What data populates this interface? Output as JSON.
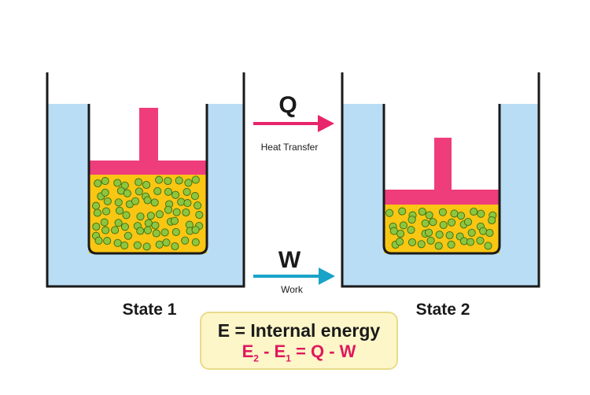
{
  "colors": {
    "water": "#b9ddf4",
    "container_outline": "#1a1a1a",
    "piston": "#ee3d7a",
    "gas": "#f9c613",
    "molecule": "#8cc63f",
    "heat_arrow": "#e8246a",
    "work_arrow": "#1aa3c8",
    "equation_box": "#fdf6c8",
    "equation_accent": "#e0185e"
  },
  "arrows": {
    "heat": {
      "symbol": "Q",
      "label": "Heat Transfer"
    },
    "work": {
      "symbol": "W",
      "label": "Work"
    }
  },
  "states": [
    {
      "label": "State 1"
    },
    {
      "label": "State 2"
    }
  ],
  "equation": {
    "title": "E = Internal energy",
    "e2": "E",
    "e2_sub": "2",
    "minus": " - ",
    "e1": "E",
    "e1_sub": "1",
    "rhs": " = Q - W"
  }
}
